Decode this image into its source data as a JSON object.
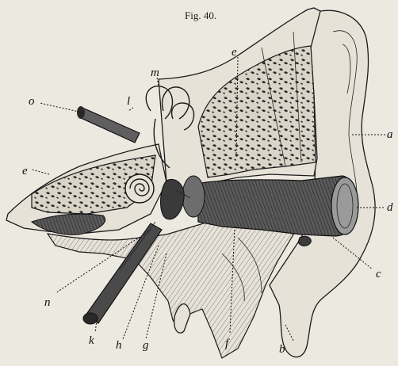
{
  "figure": {
    "caption": "Fig. 40.",
    "labels": {
      "a": "a",
      "b": "b",
      "c": "c",
      "d": "d",
      "e_upper": "e",
      "e_left": "e",
      "f": "f",
      "g": "g",
      "h": "h",
      "k": "k",
      "l": "l",
      "m": "m",
      "n": "n",
      "o": "o"
    }
  }
}
